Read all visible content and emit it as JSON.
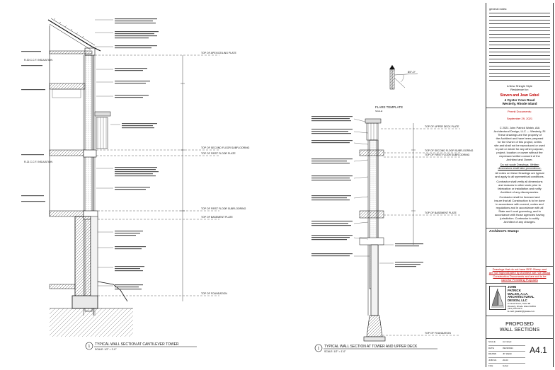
{
  "titleblock": {
    "top_note": "general notes:",
    "project_line1": "A New Shingle Style",
    "project_line2": "Residence for:",
    "client_name": "Steven and Jean Gobel",
    "address_line1": "4 Oyster Cove Road",
    "address_line2": "Westerly, Rhode Island",
    "permit_line1": "Permit Documents:",
    "permit_line2": "September 29, 2021",
    "copyright_lines": [
      "C  2021 John Patrick Walsh, AIA",
      "Architectural Design, LLC — Westerly, RI",
      "These drawings are the property of",
      "the Architect and have been prepared",
      "for the Owner of this project, at this",
      "site and shall not be reproduced or used",
      "in part or whole for any other purpose,",
      "project, location or owner without the",
      "expressed written consent of the",
      "Architect and Owner."
    ],
    "scale_note_lines": [
      "Do not scale Drawings. Written",
      "dimensions shall take precedence."
    ],
    "notes_lines": [
      "All notes on these Drawings are typical",
      "and apply to all symmetrical conditions.",
      "Contractor shall verify all dimensions",
      "and reasons to other work prior to",
      "fabrication or installation and notify",
      "Architect of any discrepancies.",
      "Contractor shall be licensed and",
      "insure that all Construction is to be done",
      "in accordance with current, codes and",
      "regulations and in accordance with all",
      "State and Local governing, and in",
      "accordance with those agencies having",
      "jurisdiction. Contractor to notify",
      "Architect of any changes."
    ],
    "stamp_label": "Architect's Stamp:",
    "warning_lines": [
      "Drawings that do not have RED Stamp and",
      "are not Signed/Dated by Architect are not Official",
      "Construction Documents and are not to be",
      "used for Permitting Purposes"
    ],
    "firm_lines": [
      "JOHN",
      "PATRICK",
      "WALSH, A.I.A.",
      "ARCHITECTURAL",
      "DESIGN, LLC"
    ],
    "firm_address_lines": [
      "9 Canal Street, Suite 3B",
      "Westerly, Rhode Island 02891",
      "(401) 315-6373",
      "E-mail: jpwalsh@jpwaia.com"
    ],
    "sheet_title_line1": "PROPOSED",
    "sheet_title_line2": "WALL SECTIONS",
    "info_rows": [
      {
        "label": "SCALE",
        "value": "As Noted"
      },
      {
        "label": "DATE",
        "value": "09/29/2021"
      },
      {
        "label": "DRAWN",
        "value": "JP. Walsh"
      },
      {
        "label": "JOB NO.",
        "value": "20-03"
      },
      {
        "label": "FILE",
        "value": "Gobel"
      }
    ],
    "sheet_number": "A4.1"
  },
  "drawings": {
    "left_title": "TYPICAL WALL SECTION AT CANTILEVER TOWER",
    "left_scale": "SCALE: 1/2\" = 1'-0\"",
    "left_number": "1",
    "right_title": "TYPICAL WALL SECTION AT TOWER AND UPPER DECK",
    "right_scale": "SCALE: 1/2\" = 1'-0\"",
    "right_number": "1",
    "flare_title": "FLARE TEMPLATE",
    "flare_sub": "SCALE:",
    "angle_label": "85°-0\"",
    "level_labels_left": [
      "TOP OF APEX/CEILING PLATE",
      "TOP OF SECOND FLOOR SUBFLOORING",
      "TOP OF FIRST FLOOR PLATE",
      "TOP OF FIRST FLOOR SUBFLOORING",
      "TOP OF BASEMENT PLATE",
      "TOP OF FOUNDATION"
    ],
    "level_labels_right": [
      "TOP OF UPPER DECK PLATE",
      "TOP OF SECOND FLOOR SUBFLOORING",
      "TOP OF FIRST FLOOR SUBFLOORING",
      "TOP OF BASEMENT PLATE",
      "TOP OF FOUNDATION"
    ],
    "left_tags": [
      "R-30 C.C.F. INSULATION",
      "R-21 C.C.F. INSULATION"
    ]
  }
}
